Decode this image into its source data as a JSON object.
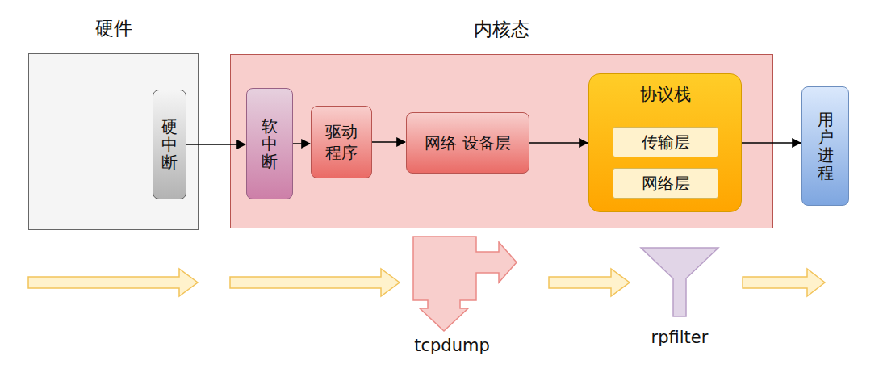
{
  "diagram": {
    "nodes": [
      {
        "text": [
          "硬件"
        ]
      },
      {
        "text": [
          "硬中断"
        ],
        "in": 0
      },
      {
        "text": [
          "内核态"
        ]
      },
      {
        "text": [
          "软中断"
        ],
        "in": 2
      },
      {
        "text": [
          "驱动 程序"
        ],
        "in": 2
      },
      {
        "text": [
          "网络 设备层"
        ],
        "in": 2
      },
      {
        "text": [
          "协议栈"
        ],
        "in": 2
      },
      {
        "text": [
          "传输层"
        ],
        "in": 6
      },
      {
        "text": [
          "网络层"
        ],
        "in": 6
      },
      {
        "text": [
          "用户进程"
        ]
      }
    ],
    "edges": [
      {
        "from": 1,
        "to": 3,
        "arrow": "to"
      },
      {
        "from": 3,
        "to": 4,
        "arrow": "to"
      },
      {
        "from": 4,
        "to": 5,
        "arrow": "to"
      },
      {
        "from": 5,
        "to": 6,
        "arrow": "to"
      },
      {
        "from": 6,
        "to": 9,
        "arrow": "to"
      }
    ],
    "labels": [
      "tcpdump",
      "rpfilter"
    ]
  }
}
